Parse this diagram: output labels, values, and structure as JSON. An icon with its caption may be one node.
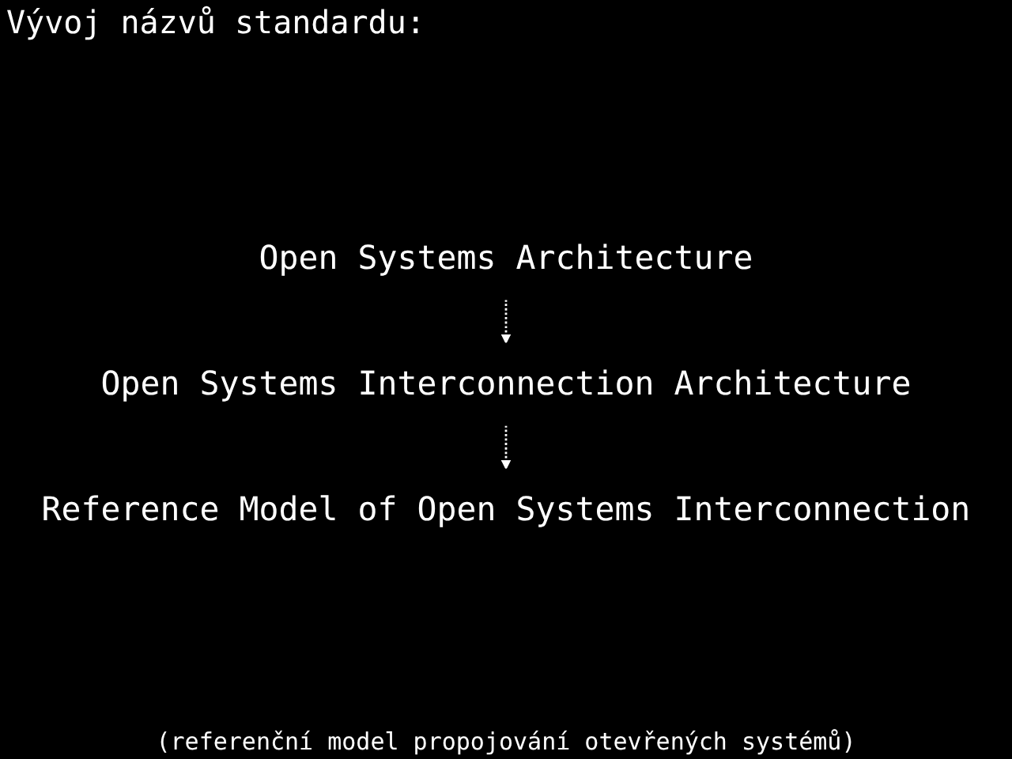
{
  "diagram": {
    "title": "Vývoj názvů standardu:",
    "nodes": [
      {
        "text": [
          "Open Systems Architecture"
        ]
      },
      {
        "text": [
          "Open Systems Interconnection Architecture"
        ]
      },
      {
        "text": [
          "Reference Model of Open Systems Interconnection"
        ]
      }
    ],
    "edges": [
      {
        "from": 0,
        "to": 1,
        "arrow": "to",
        "style": "dashed"
      },
      {
        "from": 1,
        "to": 2,
        "arrow": "to",
        "style": "dashed"
      }
    ],
    "caption": "(referenční model propojování otevřených systémů)"
  }
}
